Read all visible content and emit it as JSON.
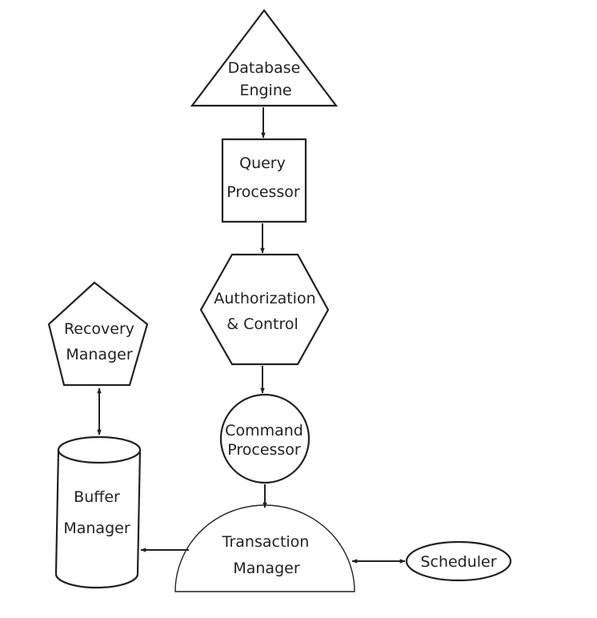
{
  "nodes": {
    "database_engine": {
      "line1": "Database",
      "line2": "Engine"
    },
    "query_processor": {
      "line1": "Query",
      "line2": "Processor"
    },
    "authorization_control": {
      "line1": "Authorization",
      "line2": "& Control"
    },
    "command_processor": {
      "line1": "Command",
      "line2": "Processor"
    },
    "transaction_manager": {
      "line1": "Transaction",
      "line2": "Manager"
    },
    "buffer_manager": {
      "line1": "Buffer",
      "line2": "Manager"
    },
    "recovery_manager": {
      "line1": "Recovery",
      "line2": "Manager"
    },
    "scheduler": {
      "label": "Scheduler"
    }
  },
  "colors": {
    "stroke": "#222222",
    "background": "#ffffff"
  }
}
